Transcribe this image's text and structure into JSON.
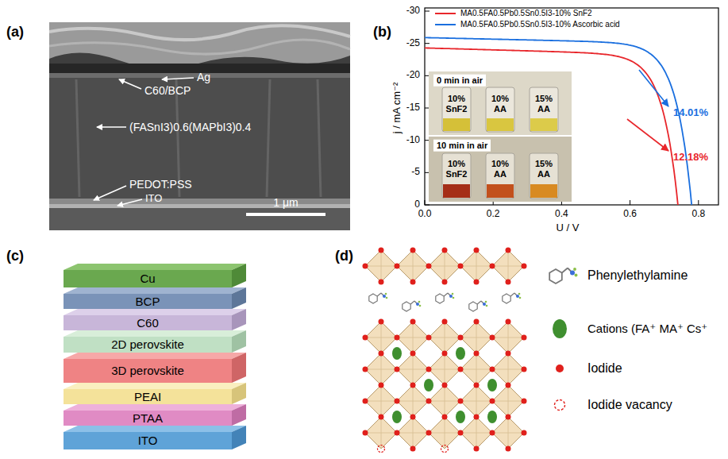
{
  "diagram": {
    "nodes": [
      {
        "text": [
          "Cu"
        ]
      },
      {
        "text": [
          "BCP"
        ]
      },
      {
        "text": [
          "C60"
        ]
      },
      {
        "text": [
          "2D perovskite"
        ]
      },
      {
        "text": [
          "3D perovskite"
        ]
      },
      {
        "text": [
          "PEAI"
        ]
      },
      {
        "text": [
          "PTAA"
        ]
      },
      {
        "text": [
          "ITO"
        ]
      }
    ],
    "labels": [
      "(a)",
      "Ag",
      "C60/BCP",
      "(FASnI3)0.6(MAPbI3)0.4",
      "PEDOT:PSS",
      "ITO",
      "1 μm",
      "(b)",
      "-30",
      "-25",
      "-20",
      "-15",
      "-10",
      "-5",
      "0",
      "0.0",
      "0.2",
      "0.4",
      "0.6",
      "0.8",
      "j / mA cm⁻²",
      "U / V",
      "0 min in air",
      "10% SnF2",
      "10% AA",
      "15% AA",
      "10 min in air",
      "10% SnF2",
      "10% AA",
      "15% AA",
      "14.01%",
      "12.18%",
      "(c)",
      "(d)"
    ],
    "legend": [
      {
        "text": "MA0.5FA0.5Pb0.5Sn0.5I3-10% SnF2",
        "color": "#e8262b"
      },
      {
        "text": "MA0.5FA0.5Pb0.5Sn0.5I3-10% Ascorbic acid",
        "color": "#1a6fdf"
      },
      {
        "text": "Phenylethylamine"
      },
      {
        "text": "Cations (FA⁺ MA⁺ Cs⁺"
      },
      {
        "text": "Iodide"
      },
      {
        "text": "Iodide vacancy"
      }
    ]
  }
}
